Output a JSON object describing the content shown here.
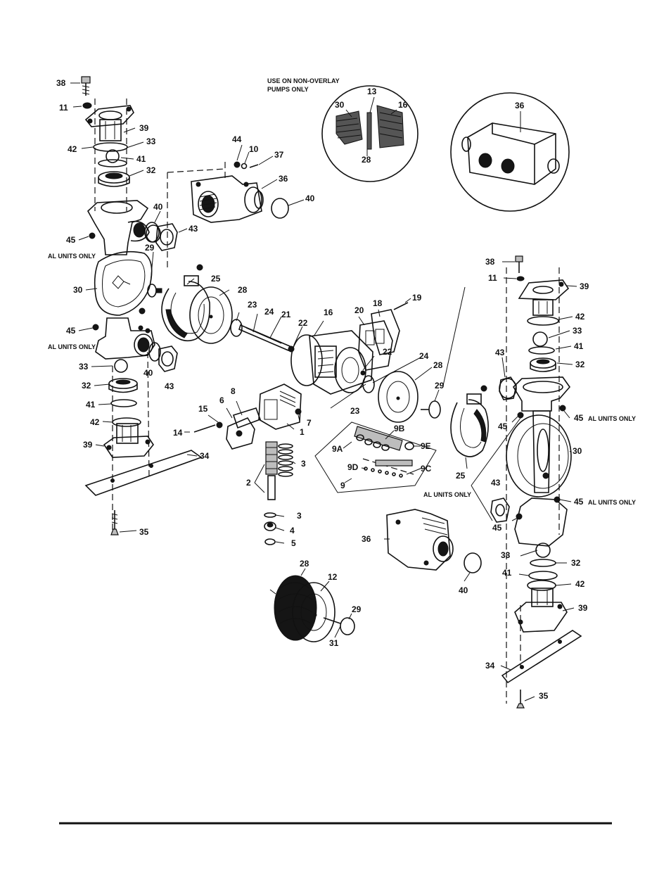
{
  "notes": {
    "non_overlay": "USE ON NON-OVERLAY",
    "non_overlay_2": "PUMPS ONLY",
    "al_units_only": "AL UNITS ONLY"
  },
  "callouts": {
    "c1": "1",
    "c2": "2",
    "c3": "3",
    "c4": "4",
    "c5": "5",
    "c6": "6",
    "c7": "7",
    "c8": "8",
    "c9": "9",
    "c9a": "9A",
    "c9b": "9B",
    "c9c": "9C",
    "c9d": "9D",
    "c9e": "9E",
    "c10": "10",
    "c11": "11",
    "c12": "12",
    "c13": "13",
    "c14": "14",
    "c15": "15",
    "c16": "16",
    "c18": "18",
    "c19": "19",
    "c20": "20",
    "c21": "21",
    "c22": "22",
    "c23": "23",
    "c24": "24",
    "c25": "25",
    "c28": "28",
    "c29": "29",
    "c30": "30",
    "c31": "31",
    "c32": "32",
    "c33": "33",
    "c34": "34",
    "c35": "35",
    "c36": "36",
    "c37": "37",
    "c38": "38",
    "c39": "39",
    "c40": "40",
    "c41": "41",
    "c42": "42",
    "c43": "43",
    "c44": "44",
    "c45": "45"
  },
  "colors": {
    "ink": "#111111",
    "paper": "#ffffff",
    "shade": "#bdbdbd"
  }
}
